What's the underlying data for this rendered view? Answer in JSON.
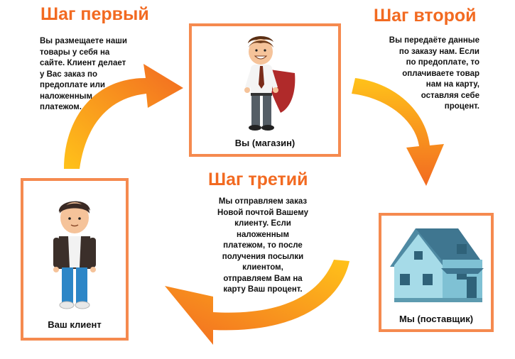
{
  "steps": [
    {
      "title": "Шаг первый",
      "lines": [
        "Вы размещаете наши",
        "товары у себя на",
        "сайте. Клиент делает",
        "у Вас заказ по",
        "предоплате или",
        "наложенным",
        "платежом."
      ]
    },
    {
      "title": "Шаг второй",
      "lines": [
        "Вы передаёте данные",
        "по заказу нам. Если",
        "по предоплате, то",
        "оплачиваете товар",
        "нам на карту,",
        "оставляя себе",
        "процент."
      ]
    },
    {
      "title": "Шаг третий",
      "lines": [
        "Мы отправляем заказ",
        "Новой почтой Вашему",
        "клиенту. Если",
        "наложенным",
        "платежом, то после",
        "получения посылки",
        "клиентом,",
        "отправляем Вам на",
        "карту Ваш процент."
      ]
    }
  ],
  "boxes": {
    "shop": {
      "label": "Вы (магазин)",
      "icon": "businessman-with-cape-icon"
    },
    "client": {
      "label": "Ваш клиент",
      "icon": "customer-person-icon"
    },
    "supplier": {
      "label": "Мы (поставщик)",
      "icon": "house-icon"
    }
  },
  "colors": {
    "accent": "#f26a21",
    "box_border": "#f58a4f",
    "arrow_start": "#ffc21a",
    "arrow_end": "#f26a21"
  }
}
